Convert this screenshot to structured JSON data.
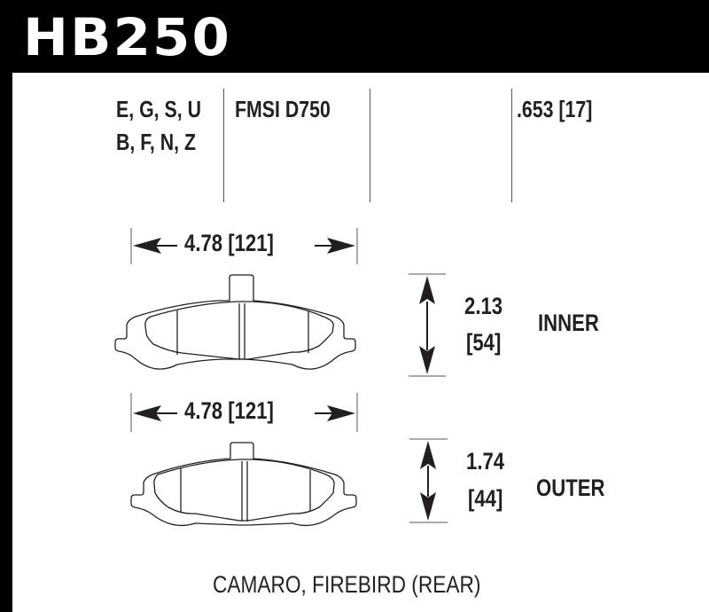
{
  "header": {
    "part_number": "HB250"
  },
  "specs": {
    "compounds_line1": "E, G, S, U",
    "compounds_line2": "B, F, N, Z",
    "fmsi": "FMSI D750",
    "thickness": ".653 [17]"
  },
  "inner_pad": {
    "width_label": "4.78 [121]",
    "height_in": "2.13",
    "height_mm": "[54]",
    "label": "INNER"
  },
  "outer_pad": {
    "width_label": "4.78 [121]",
    "height_in": "1.74",
    "height_mm": "[44]",
    "label": "OUTER"
  },
  "footer": {
    "application": "CAMARO, FIREBIRD (REAR)"
  },
  "colors": {
    "ink": "#231f20",
    "background": "#ffffff",
    "header": "#000000"
  }
}
